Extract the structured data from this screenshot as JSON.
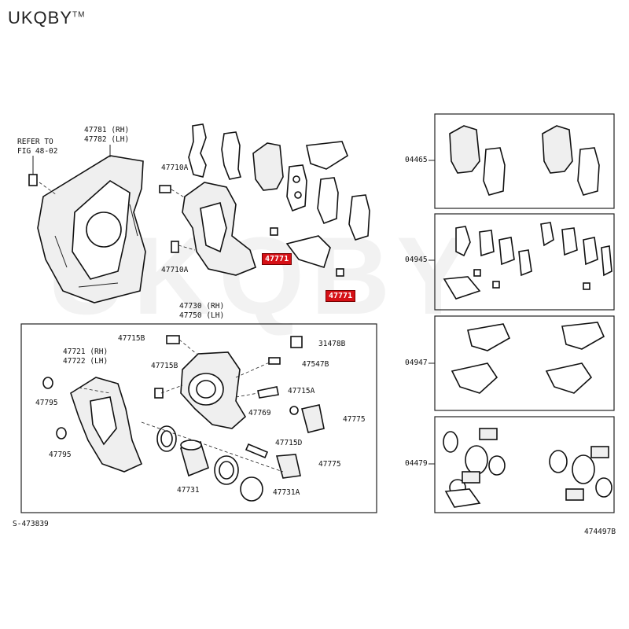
{
  "brand": {
    "name": "UKQBY",
    "tm": "TM"
  },
  "labels": {
    "refer": "REFER TO",
    "fig": "FIG 48-02",
    "p47781": "47781 (RH)",
    "p47782": "47782 (LH)",
    "p47710a_top": "47710A",
    "p47710a_bot": "47710A",
    "p47771_a": "47771",
    "p47771_b": "47771",
    "p47730": "47730 (RH)",
    "p47750": "47750 (LH)",
    "p47715b_a": "47715B",
    "p47715b_b": "47715B",
    "p31478b": "31478B",
    "p47547b": "47547B",
    "p47715a": "47715A",
    "p47769": "47769",
    "p47775_a": "47775",
    "p47721": "47721 (RH)",
    "p47722": "47722 (LH)",
    "p47795_a": "47795",
    "p47795_b": "47795",
    "p47715d": "47715D",
    "p47775_b": "47775",
    "p47731": "47731",
    "p47731a": "47731A",
    "kit04465": "04465",
    "kit04945": "04945",
    "kit04947": "04947",
    "kit04479": "04479",
    "ref_left": "S-473839",
    "ref_right": "474497B"
  },
  "colors": {
    "highlight": "#d61016",
    "line": "#222222"
  }
}
